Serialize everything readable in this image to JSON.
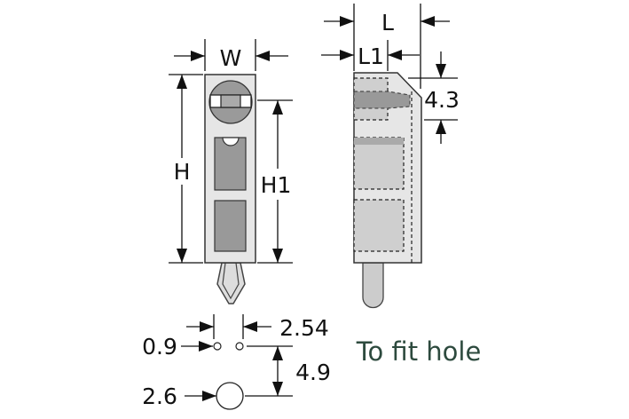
{
  "front_view": {
    "width_label": "W",
    "height_label": "H",
    "height1_label": "H1"
  },
  "side_view": {
    "length_label": "L",
    "length1_label": "L1",
    "offset_label": "4.3"
  },
  "hole_pattern": {
    "small_hole_dia": "0.9",
    "pitch": "2.54",
    "spacing": "4.9",
    "large_hole_dia": "2.6",
    "caption": "To fit hole"
  },
  "colors": {
    "caption": "#2d4a3e",
    "body": "#e6e6e6",
    "insert": "#888888"
  }
}
